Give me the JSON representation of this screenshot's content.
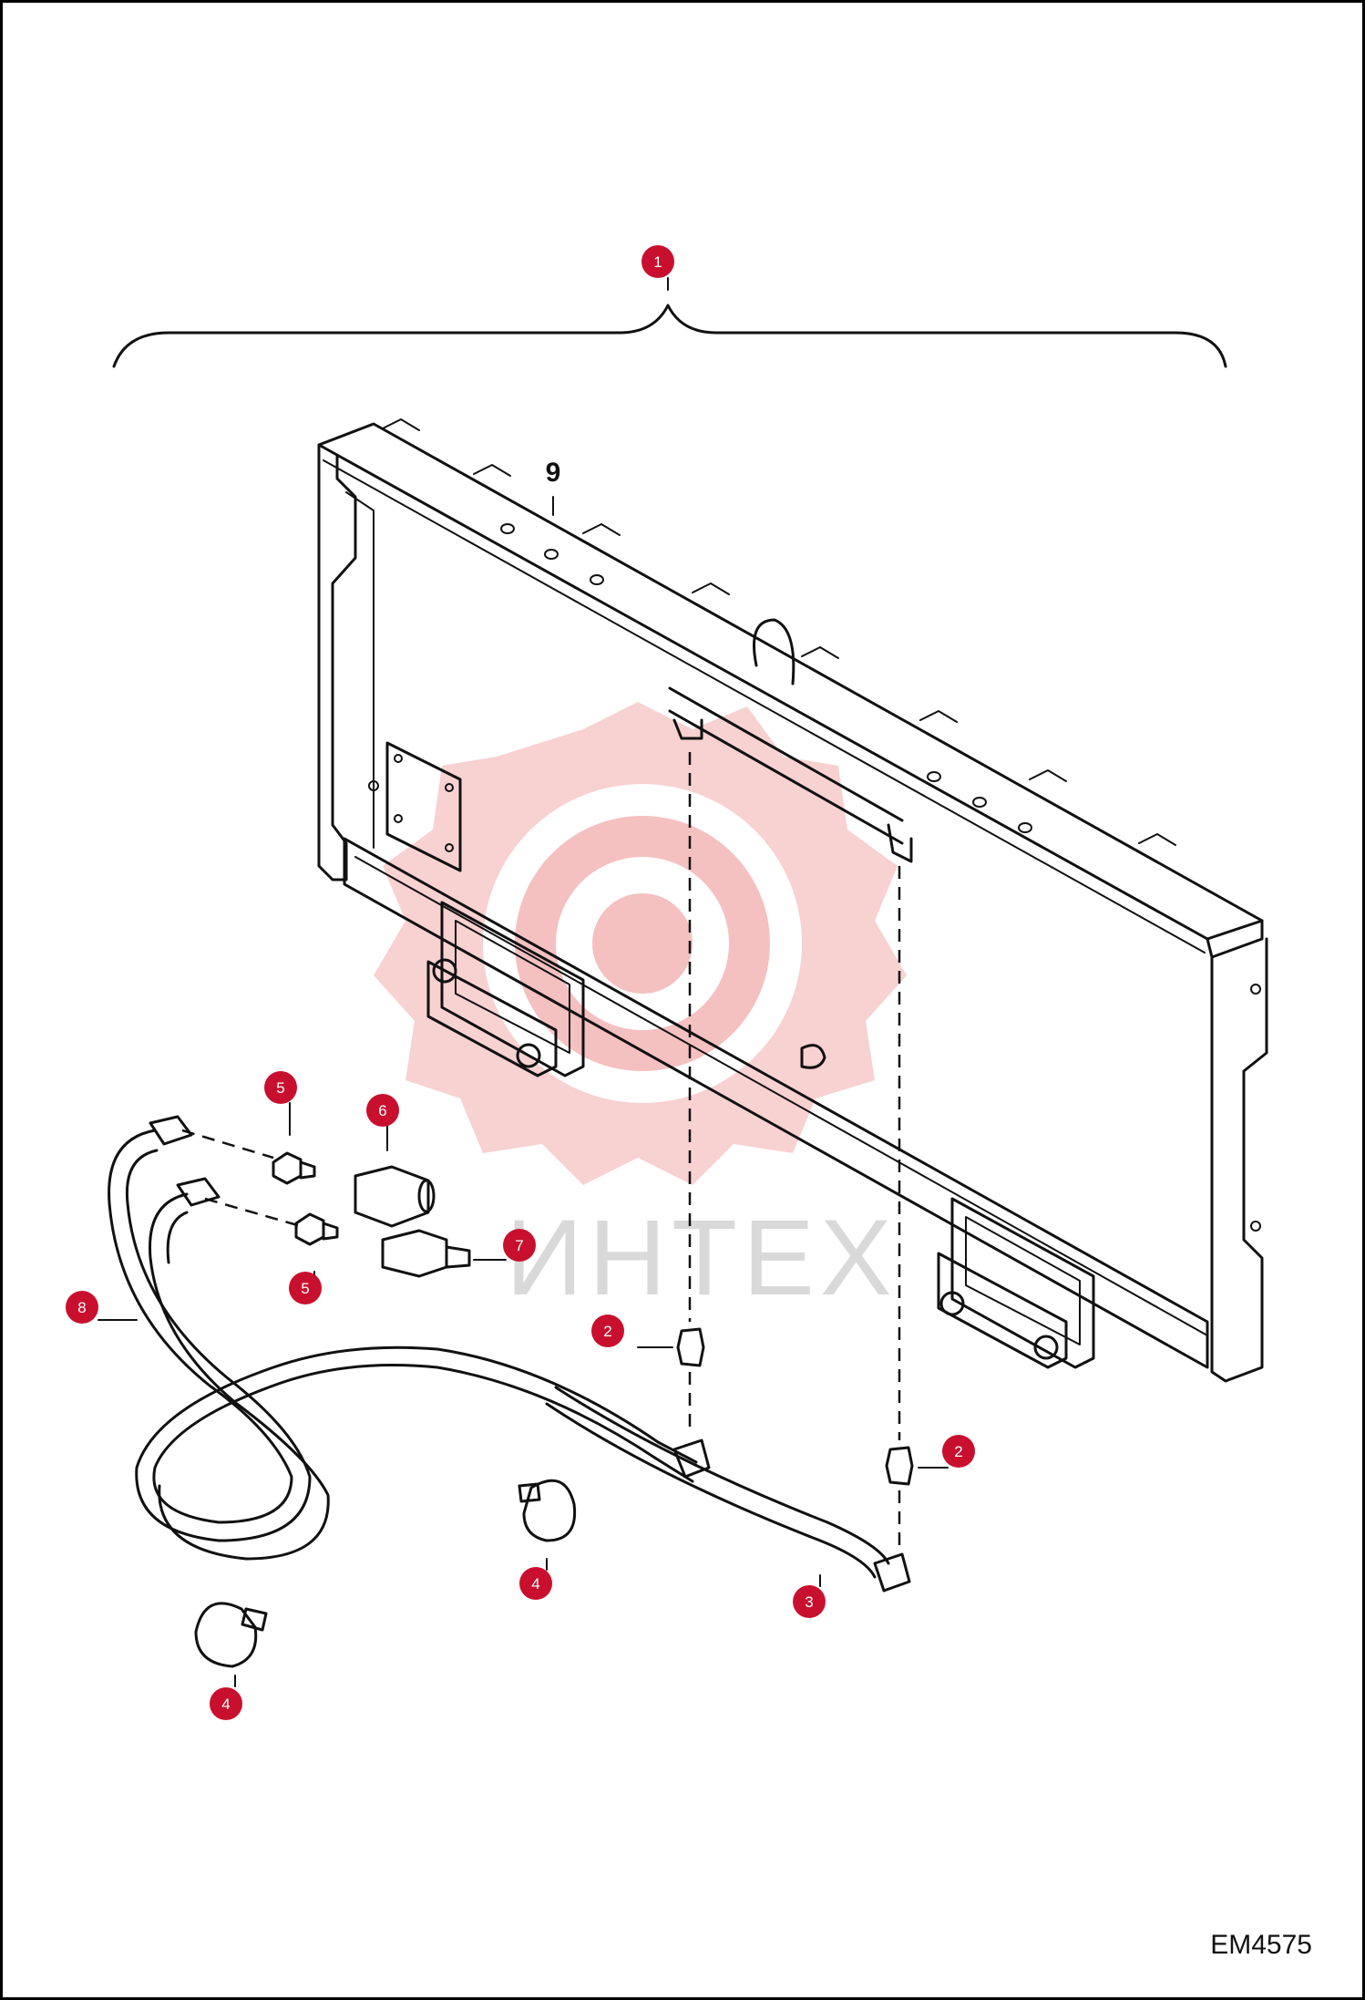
{
  "diagram": {
    "drawing_id": "EM4575",
    "watermark_text": "ИНТЕХ",
    "colors": {
      "callout": "#c8102e",
      "line": "#111111",
      "watermark_logo": "#f4b6b6",
      "watermark_text": "#d9d9d9"
    },
    "callouts": [
      {
        "id": "c1",
        "number": "1"
      },
      {
        "id": "c2a",
        "number": "2"
      },
      {
        "id": "c2b",
        "number": "2"
      },
      {
        "id": "c3",
        "number": "3"
      },
      {
        "id": "c4a",
        "number": "4"
      },
      {
        "id": "c4b",
        "number": "4"
      },
      {
        "id": "c5a",
        "number": "5"
      },
      {
        "id": "c5b",
        "number": "5"
      },
      {
        "id": "c6",
        "number": "6"
      },
      {
        "id": "c7",
        "number": "7"
      },
      {
        "id": "c8",
        "number": "8"
      }
    ],
    "plain_labels": [
      {
        "id": "l9",
        "number": "9"
      }
    ]
  }
}
